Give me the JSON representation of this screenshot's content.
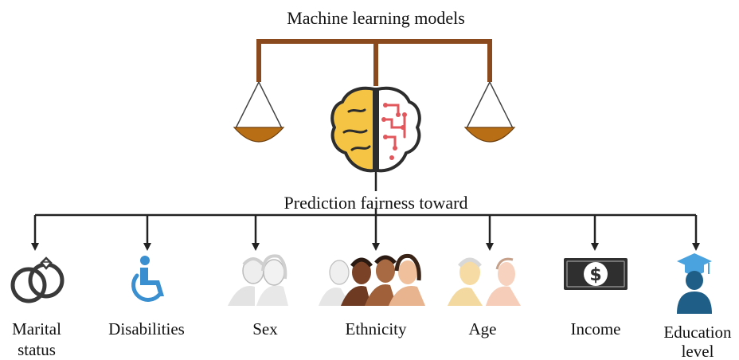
{
  "title": "Machine learning models",
  "subtitle": "Prediction fairness toward",
  "colors": {
    "scale": "#8a4a1e",
    "pan": "#b86e14",
    "brain_left": "#f6c445",
    "brain_right": "#ffffff",
    "circuit": "#e2575c",
    "outline": "#2d2d2d",
    "wheelchair": "#3a8fd0",
    "money": "#2f2f2f",
    "cap": "#4aa3df",
    "person": "#1f5e86"
  },
  "attributes": [
    {
      "icon": "rings-icon",
      "label_lines": [
        "Marital",
        "status"
      ]
    },
    {
      "icon": "wheelchair-icon",
      "label_lines": [
        "Disabilities"
      ]
    },
    {
      "icon": "two-people-icon",
      "label_lines": [
        "Sex"
      ]
    },
    {
      "icon": "diverse-people-icon",
      "label_lines": [
        "Ethnicity"
      ]
    },
    {
      "icon": "elderly-young-icon",
      "label_lines": [
        "Age"
      ]
    },
    {
      "icon": "dollar-bill-icon",
      "label_lines": [
        "Income"
      ]
    },
    {
      "icon": "graduate-icon",
      "label_lines": [
        "Education",
        "level"
      ]
    }
  ]
}
